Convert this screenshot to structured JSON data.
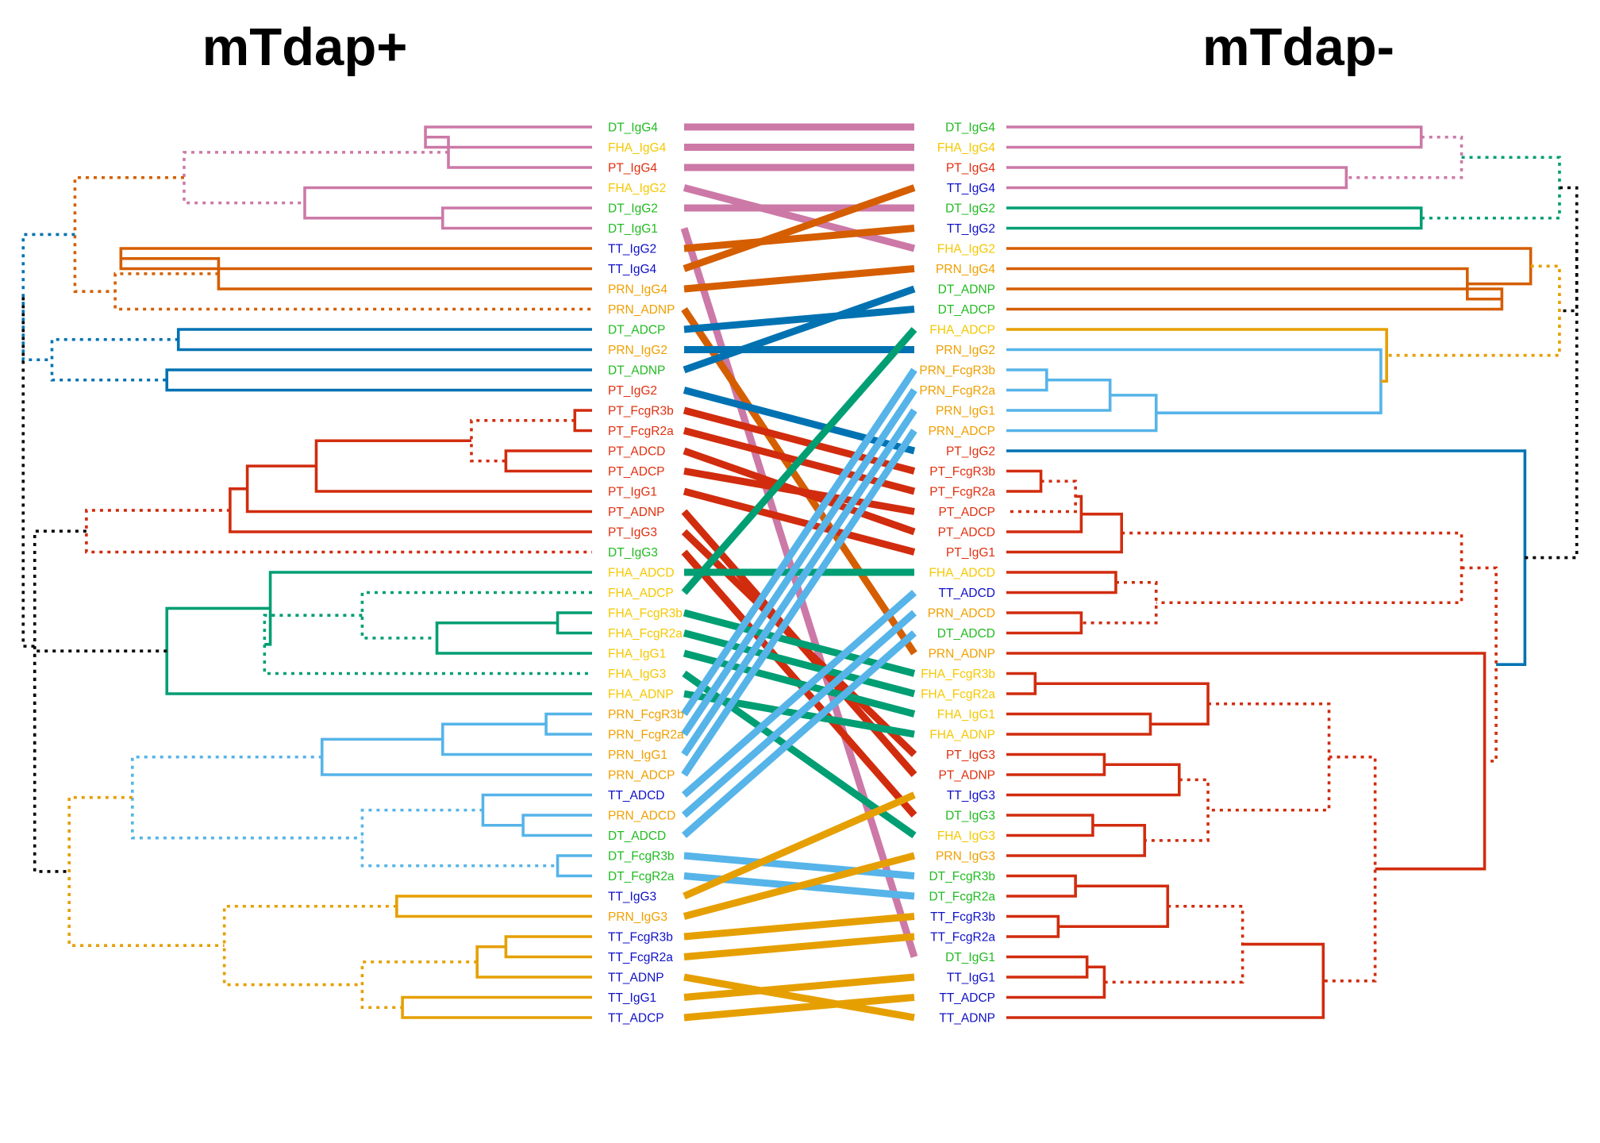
{
  "chart_data": {
    "type": "tanglegram",
    "titles": {
      "left": "mTdap+",
      "right": "mTdap-"
    },
    "colors": {
      "antigen": {
        "DT": "#22bb22",
        "FHA": "#f5c800",
        "PT": "#e03010",
        "TT": "#1010c8",
        "PRN": "#f0a000"
      },
      "branch": {
        "pink": "#cc79a7",
        "vermillion": "#d55e00",
        "blue": "#0072b2",
        "red": "#d12c0e",
        "green": "#009e73",
        "skyblue": "#56b4e9",
        "orange": "#e69f00",
        "black": "#000000"
      }
    },
    "left_tree": {
      "leaves": [
        "DT_IgG4",
        "FHA_IgG4",
        "PT_IgG4",
        "FHA_IgG2",
        "DT_IgG2",
        "DT_IgG1",
        "TT_IgG2",
        "TT_IgG4",
        "PRN_IgG4",
        "PRN_ADNP",
        "DT_ADCP",
        "PRN_IgG2",
        "DT_ADNP",
        "PT_IgG2",
        "PT_FcgR3b",
        "PT_FcgR2a",
        "PT_ADCD",
        "PT_ADCP",
        "PT_IgG1",
        "PT_ADNP",
        "PT_IgG3",
        "DT_IgG3",
        "FHA_ADCD",
        "FHA_ADCP",
        "FHA_FcgR3b",
        "FHA_FcgR2a",
        "FHA_IgG1",
        "FHA_IgG3",
        "FHA_ADNP",
        "PRN_FcgR3b",
        "PRN_FcgR2a",
        "PRN_IgG1",
        "PRN_ADCP",
        "TT_ADCD",
        "PRN_ADCD",
        "DT_ADCD",
        "DT_FcgR3b",
        "DT_FcgR2a",
        "TT_IgG3",
        "PRN_IgG3",
        "TT_FcgR3b",
        "TT_FcgR2a",
        "TT_ADNP",
        "TT_IgG1",
        "TT_ADCP"
      ],
      "merges": [
        {
          "a": "L0",
          "b": "L1",
          "h": 0.71,
          "c": "pink",
          "d": false
        },
        {
          "a": "N0",
          "b": "L2",
          "h": 0.75,
          "c": "pink",
          "d": false
        },
        {
          "a": "L4",
          "b": "L5",
          "h": 0.74,
          "c": "pink",
          "d": false
        },
        {
          "a": "L3",
          "b": "N2",
          "h": 0.5,
          "c": "pink",
          "d": false
        },
        {
          "a": "N1",
          "b": "N3",
          "h": 0.29,
          "c": "pink",
          "d": true
        },
        {
          "a": "L6",
          "b": "L7",
          "h": 0.18,
          "c": "vermillion",
          "d": false
        },
        {
          "a": "L8",
          "b": "N5",
          "h": 0.35,
          "c": "vermillion",
          "d": false
        },
        {
          "a": "N6",
          "b": "L9",
          "h": 0.17,
          "c": "vermillion",
          "d": true
        },
        {
          "a": "N4",
          "b": "N7",
          "h": 0.1,
          "c": "vermillion",
          "d": true
        },
        {
          "a": "L10",
          "b": "L11",
          "h": 0.28,
          "c": "blue",
          "d": false
        },
        {
          "a": "L12",
          "b": "L13",
          "h": 0.26,
          "c": "blue",
          "d": false
        },
        {
          "a": "N9",
          "b": "N10",
          "h": 0.06,
          "c": "blue",
          "d": true
        },
        {
          "a": "N8",
          "b": "N11",
          "h": 0.01,
          "c": "blue",
          "d": true
        },
        {
          "a": "L14",
          "b": "L15",
          "h": 0.97,
          "c": "red",
          "d": false
        },
        {
          "a": "L16",
          "b": "L17",
          "h": 0.85,
          "c": "red",
          "d": false
        },
        {
          "a": "N13",
          "b": "N14",
          "h": 0.79,
          "c": "red",
          "d": true
        },
        {
          "a": "N15",
          "b": "L18",
          "h": 0.52,
          "c": "red",
          "d": false
        },
        {
          "a": "N16",
          "b": "L19",
          "h": 0.4,
          "c": "red",
          "d": false
        },
        {
          "a": "N17",
          "b": "L20",
          "h": 0.37,
          "c": "red",
          "d": false
        },
        {
          "a": "N18",
          "b": "L21",
          "h": 0.12,
          "c": "red",
          "d": true
        },
        {
          "a": "L24",
          "b": "L25",
          "h": 0.94,
          "c": "green",
          "d": false
        },
        {
          "a": "N20",
          "b": "L26",
          "h": 0.73,
          "c": "green",
          "d": false
        },
        {
          "a": "L23",
          "b": "N21",
          "h": 0.6,
          "c": "green",
          "d": true
        },
        {
          "a": "N22",
          "b": "L27",
          "h": 0.43,
          "c": "green",
          "d": true
        },
        {
          "a": "L22",
          "b": "N23",
          "h": 0.44,
          "c": "green",
          "d": false
        },
        {
          "a": "N24",
          "b": "L28",
          "h": 0.26,
          "c": "green",
          "d": false
        },
        {
          "a": "L29",
          "b": "L30",
          "h": 0.92,
          "c": "skyblue",
          "d": false
        },
        {
          "a": "N26",
          "b": "L31",
          "h": 0.74,
          "c": "skyblue",
          "d": false
        },
        {
          "a": "N27",
          "b": "L32",
          "h": 0.53,
          "c": "skyblue",
          "d": false
        },
        {
          "a": "L34",
          "b": "L35",
          "h": 0.88,
          "c": "skyblue",
          "d": false
        },
        {
          "a": "L33",
          "b": "N29",
          "h": 0.81,
          "c": "skyblue",
          "d": false
        },
        {
          "a": "L36",
          "b": "L37",
          "h": 0.94,
          "c": "skyblue",
          "d": false
        },
        {
          "a": "N30",
          "b": "N31",
          "h": 0.6,
          "c": "skyblue",
          "d": true
        },
        {
          "a": "N28",
          "b": "N32",
          "h": 0.2,
          "c": "skyblue",
          "d": true
        },
        {
          "a": "L38",
          "b": "L39",
          "h": 0.66,
          "c": "orange",
          "d": false
        },
        {
          "a": "L40",
          "b": "L41",
          "h": 0.85,
          "c": "orange",
          "d": false
        },
        {
          "a": "N35",
          "b": "L42",
          "h": 0.8,
          "c": "orange",
          "d": false
        },
        {
          "a": "L43",
          "b": "L44",
          "h": 0.67,
          "c": "orange",
          "d": false
        },
        {
          "a": "N36",
          "b": "N37",
          "h": 0.6,
          "c": "orange",
          "d": true
        },
        {
          "a": "N34",
          "b": "N38",
          "h": 0.36,
          "c": "orange",
          "d": true
        },
        {
          "a": "N33",
          "b": "N39",
          "h": 0.09,
          "c": "orange",
          "d": true
        },
        {
          "a": "N25",
          "b": "N40",
          "h": 0.03,
          "c": "black",
          "d": true
        },
        {
          "a": "N19",
          "b": "N41",
          "h": 0.03,
          "c": "black",
          "d": true
        },
        {
          "a": "N12",
          "b": "N42",
          "h": 0.01,
          "c": "black",
          "d": true
        }
      ]
    },
    "right_tree": {
      "leaves": [
        "DT_IgG4",
        "FHA_IgG4",
        "PT_IgG4",
        "TT_IgG4",
        "DT_IgG2",
        "TT_IgG2",
        "FHA_IgG2",
        "PRN_IgG4",
        "DT_ADNP",
        "DT_ADCP",
        "FHA_ADCP",
        "PRN_IgG2",
        "PRN_FcgR3b",
        "PRN_FcgR2a",
        "PRN_IgG1",
        "PRN_ADCP",
        "PT_IgG2",
        "PT_FcgR3b",
        "PT_FcgR2a",
        "PT_ADCP",
        "PT_ADCD",
        "PT_IgG1",
        "FHA_ADCD",
        "TT_ADCD",
        "PRN_ADCD",
        "DT_ADCD",
        "PRN_ADNP",
        "FHA_FcgR3b",
        "FHA_FcgR2a",
        "FHA_IgG1",
        "FHA_ADNP",
        "PT_IgG3",
        "PT_ADNP",
        "TT_IgG3",
        "DT_IgG3",
        "FHA_IgG3",
        "PRN_IgG3",
        "DT_FcgR3b",
        "DT_FcgR2a",
        "TT_FcgR3b",
        "TT_FcgR2a",
        "DT_IgG1",
        "TT_IgG1",
        "TT_ADCP",
        "TT_ADNP"
      ],
      "merges": [
        {
          "a": "L0",
          "b": "L1",
          "h": 0.28,
          "c": "pink",
          "d": false
        },
        {
          "a": "L2",
          "b": "L3",
          "h": 0.41,
          "c": "pink",
          "d": false
        },
        {
          "a": "N0",
          "b": "N1",
          "h": 0.21,
          "c": "pink",
          "d": true
        },
        {
          "a": "L4",
          "b": "L5",
          "h": 0.28,
          "c": "green",
          "d": false
        },
        {
          "a": "N2",
          "b": "N3",
          "h": 0.04,
          "c": "green",
          "d": true
        },
        {
          "a": "L8",
          "b": "L9",
          "h": 0.14,
          "c": "vermillion",
          "d": false
        },
        {
          "a": "L7",
          "b": "N5",
          "h": 0.2,
          "c": "vermillion",
          "d": false
        },
        {
          "a": "L6",
          "b": "N6",
          "h": 0.09,
          "c": "vermillion",
          "d": false
        },
        {
          "a": "L12",
          "b": "L13",
          "h": 0.93,
          "c": "skyblue",
          "d": false
        },
        {
          "a": "N8",
          "b": "L14",
          "h": 0.82,
          "c": "skyblue",
          "d": false
        },
        {
          "a": "N9",
          "b": "L15",
          "h": 0.74,
          "c": "skyblue",
          "d": false
        },
        {
          "a": "L11",
          "b": "N10",
          "h": 0.35,
          "c": "skyblue",
          "d": false
        },
        {
          "a": "L10",
          "b": "N11",
          "h": 0.34,
          "c": "orange",
          "d": false
        },
        {
          "a": "N7",
          "b": "N12",
          "h": 0.04,
          "c": "orange",
          "d": true
        },
        {
          "a": "N4",
          "b": "N13",
          "h": 0.01,
          "c": "black",
          "d": true
        },
        {
          "a": "L17",
          "b": "L18",
          "h": 0.94,
          "c": "red",
          "d": false
        },
        {
          "a": "N15",
          "b": "L19",
          "h": 0.88,
          "c": "red",
          "d": true
        },
        {
          "a": "N16",
          "b": "L20",
          "h": 0.87,
          "c": "red",
          "d": false
        },
        {
          "a": "N17",
          "b": "L21",
          "h": 0.8,
          "c": "red",
          "d": false
        },
        {
          "a": "L22",
          "b": "L23",
          "h": 0.81,
          "c": "red",
          "d": false
        },
        {
          "a": "L24",
          "b": "L25",
          "h": 0.87,
          "c": "red",
          "d": false
        },
        {
          "a": "N19",
          "b": "N20",
          "h": 0.74,
          "c": "red",
          "d": true
        },
        {
          "a": "N18",
          "b": "N21",
          "h": 0.21,
          "c": "red",
          "d": true
        },
        {
          "a": "L27",
          "b": "L28",
          "h": 0.95,
          "c": "red",
          "d": false
        },
        {
          "a": "L29",
          "b": "L30",
          "h": 0.75,
          "c": "red",
          "d": false
        },
        {
          "a": "N23",
          "b": "N24",
          "h": 0.65,
          "c": "red",
          "d": false
        },
        {
          "a": "L31",
          "b": "L32",
          "h": 0.83,
          "c": "red",
          "d": false
        },
        {
          "a": "N26",
          "b": "L33",
          "h": 0.7,
          "c": "red",
          "d": false
        },
        {
          "a": "L34",
          "b": "L35",
          "h": 0.85,
          "c": "red",
          "d": false
        },
        {
          "a": "N28",
          "b": "L36",
          "h": 0.76,
          "c": "red",
          "d": false
        },
        {
          "a": "N27",
          "b": "N29",
          "h": 0.65,
          "c": "red",
          "d": true
        },
        {
          "a": "N25",
          "b": "N30",
          "h": 0.44,
          "c": "red",
          "d": true
        },
        {
          "a": "L37",
          "b": "L38",
          "h": 0.88,
          "c": "red",
          "d": false
        },
        {
          "a": "L39",
          "b": "L40",
          "h": 0.91,
          "c": "red",
          "d": false
        },
        {
          "a": "N32",
          "b": "N33",
          "h": 0.72,
          "c": "red",
          "d": false
        },
        {
          "a": "L41",
          "b": "L42",
          "h": 0.86,
          "c": "red",
          "d": false
        },
        {
          "a": "N35",
          "b": "L43",
          "h": 0.83,
          "c": "red",
          "d": false
        },
        {
          "a": "N34",
          "b": "N36",
          "h": 0.59,
          "c": "red",
          "d": true
        },
        {
          "a": "N37",
          "b": "L44",
          "h": 0.45,
          "c": "red",
          "d": false
        },
        {
          "a": "N31",
          "b": "N38",
          "h": 0.36,
          "c": "red",
          "d": true
        },
        {
          "a": "L26",
          "b": "N39",
          "h": 0.17,
          "c": "red",
          "d": false
        },
        {
          "a": "N22",
          "b": "N40",
          "h": 0.15,
          "c": "red",
          "d": true
        },
        {
          "a": "L16",
          "b": "N41",
          "h": 0.1,
          "c": "blue",
          "d": false
        },
        {
          "a": "N14",
          "b": "N42",
          "h": 0.01,
          "c": "black",
          "d": true
        }
      ]
    },
    "connections": [
      {
        "from": "DT_IgG4",
        "to": "DT_IgG4",
        "c": "pink"
      },
      {
        "from": "FHA_IgG4",
        "to": "FHA_IgG4",
        "c": "pink"
      },
      {
        "from": "PT_IgG4",
        "to": "PT_IgG4",
        "c": "pink"
      },
      {
        "from": "FHA_IgG2",
        "to": "FHA_IgG2",
        "c": "pink"
      },
      {
        "from": "DT_IgG2",
        "to": "DT_IgG2",
        "c": "pink"
      },
      {
        "from": "DT_IgG1",
        "to": "DT_IgG1",
        "c": "pink"
      },
      {
        "from": "TT_IgG2",
        "to": "TT_IgG2",
        "c": "vermillion"
      },
      {
        "from": "TT_IgG4",
        "to": "TT_IgG4",
        "c": "vermillion"
      },
      {
        "from": "PRN_IgG4",
        "to": "PRN_IgG4",
        "c": "vermillion"
      },
      {
        "from": "PRN_ADNP",
        "to": "PRN_ADNP",
        "c": "vermillion"
      },
      {
        "from": "DT_ADCP",
        "to": "DT_ADCP",
        "c": "blue"
      },
      {
        "from": "PRN_IgG2",
        "to": "PRN_IgG2",
        "c": "blue"
      },
      {
        "from": "DT_ADNP",
        "to": "DT_ADNP",
        "c": "blue"
      },
      {
        "from": "PT_IgG2",
        "to": "PT_IgG2",
        "c": "blue"
      },
      {
        "from": "PT_FcgR3b",
        "to": "PT_FcgR3b",
        "c": "red"
      },
      {
        "from": "PT_FcgR2a",
        "to": "PT_FcgR2a",
        "c": "red"
      },
      {
        "from": "PT_ADCD",
        "to": "PT_ADCD",
        "c": "red"
      },
      {
        "from": "PT_ADCP",
        "to": "PT_ADCP",
        "c": "red"
      },
      {
        "from": "PT_IgG1",
        "to": "PT_IgG1",
        "c": "red"
      },
      {
        "from": "PT_ADNP",
        "to": "PT_ADNP",
        "c": "red"
      },
      {
        "from": "PT_IgG3",
        "to": "PT_IgG3",
        "c": "red"
      },
      {
        "from": "DT_IgG3",
        "to": "DT_IgG3",
        "c": "red"
      },
      {
        "from": "FHA_ADCD",
        "to": "FHA_ADCD",
        "c": "green"
      },
      {
        "from": "FHA_ADCP",
        "to": "FHA_ADCP",
        "c": "green"
      },
      {
        "from": "FHA_FcgR3b",
        "to": "FHA_FcgR3b",
        "c": "green"
      },
      {
        "from": "FHA_FcgR2a",
        "to": "FHA_FcgR2a",
        "c": "green"
      },
      {
        "from": "FHA_IgG1",
        "to": "FHA_IgG1",
        "c": "green"
      },
      {
        "from": "FHA_IgG3",
        "to": "FHA_IgG3",
        "c": "green"
      },
      {
        "from": "FHA_ADNP",
        "to": "FHA_ADNP",
        "c": "green"
      },
      {
        "from": "PRN_FcgR3b",
        "to": "PRN_FcgR3b",
        "c": "skyblue"
      },
      {
        "from": "PRN_FcgR2a",
        "to": "PRN_FcgR2a",
        "c": "skyblue"
      },
      {
        "from": "PRN_IgG1",
        "to": "PRN_IgG1",
        "c": "skyblue"
      },
      {
        "from": "PRN_ADCP",
        "to": "PRN_ADCP",
        "c": "skyblue"
      },
      {
        "from": "TT_ADCD",
        "to": "TT_ADCD",
        "c": "skyblue"
      },
      {
        "from": "PRN_ADCD",
        "to": "PRN_ADCD",
        "c": "skyblue"
      },
      {
        "from": "DT_ADCD",
        "to": "DT_ADCD",
        "c": "skyblue"
      },
      {
        "from": "DT_FcgR3b",
        "to": "DT_FcgR3b",
        "c": "skyblue"
      },
      {
        "from": "DT_FcgR2a",
        "to": "DT_FcgR2a",
        "c": "skyblue"
      },
      {
        "from": "TT_IgG3",
        "to": "TT_IgG3",
        "c": "orange"
      },
      {
        "from": "PRN_IgG3",
        "to": "PRN_IgG3",
        "c": "orange"
      },
      {
        "from": "TT_FcgR3b",
        "to": "TT_FcgR3b",
        "c": "orange"
      },
      {
        "from": "TT_FcgR2a",
        "to": "TT_FcgR2a",
        "c": "orange"
      },
      {
        "from": "TT_ADNP",
        "to": "TT_ADNP",
        "c": "orange"
      },
      {
        "from": "TT_IgG1",
        "to": "TT_IgG1",
        "c": "orange"
      },
      {
        "from": "TT_ADCP",
        "to": "TT_ADCP",
        "c": "orange"
      }
    ]
  }
}
